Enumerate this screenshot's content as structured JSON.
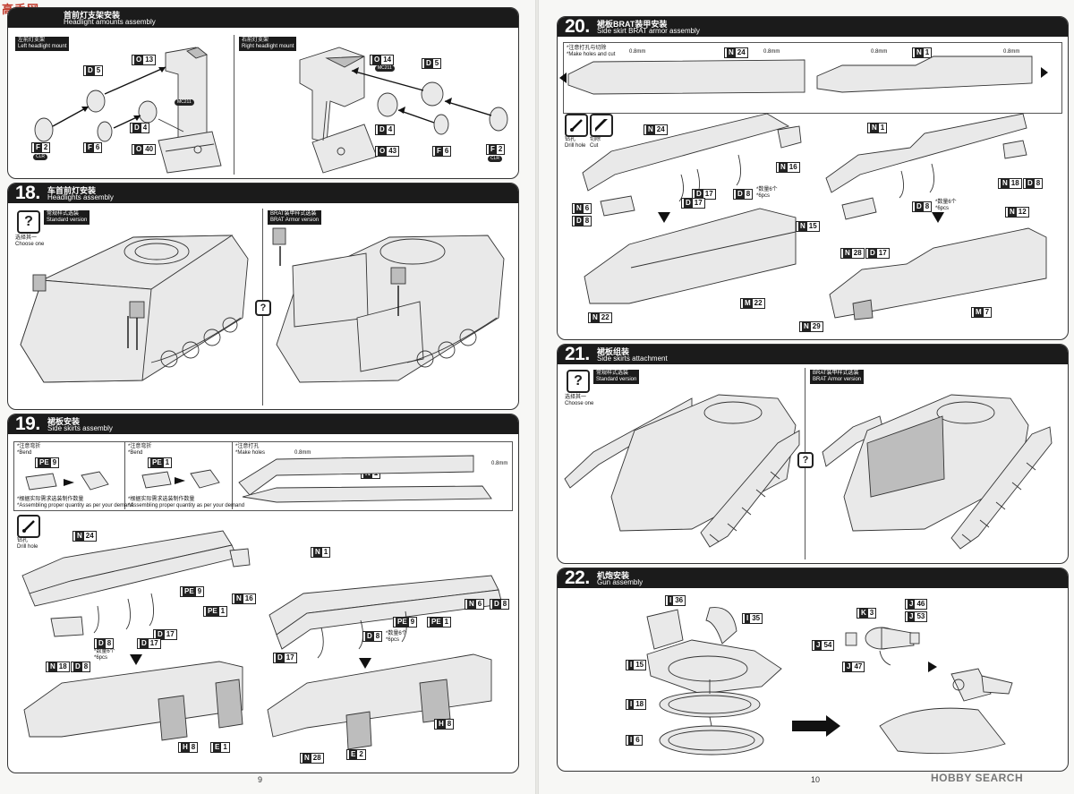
{
  "watermark": "高手网",
  "watermark2": "HOBBY SEARCH",
  "page_numbers": {
    "left": "9",
    "right": "10"
  },
  "steps": {
    "s17": {
      "cn": "首前灯支架安装",
      "en": "Headlight amounts assembly",
      "left_mount_cn": "左前灯支架",
      "left_mount_en": "Left headlight mount",
      "right_mount_cn": "右前灯支架",
      "right_mount_en": "Right headlight mount",
      "parts": {
        "o13": "13",
        "d5a": "5",
        "d4a": "4",
        "f6a": "6",
        "f2a": "2",
        "o40": "40",
        "o14": "14",
        "d5b": "5",
        "d4b": "4",
        "o43": "43",
        "f6b": "6",
        "f2b": "2"
      },
      "letters": {
        "O": "O",
        "D": "D",
        "F": "F"
      },
      "pill_clr": "CLR",
      "mc_code": "MC211"
    },
    "s18": {
      "num": "18.",
      "cn": "车首前灯安装",
      "en": "Headlights assembly",
      "standard_cn": "常规样式选装",
      "standard_en": "Standard version",
      "brat_cn": "BRAT装甲样式选装",
      "brat_en": "BRAT Armor version",
      "choose_cn": "选择其一",
      "choose_en": "Choose one"
    },
    "s19": {
      "num": "19.",
      "cn": "裙板安装",
      "en": "Side skirts assembly",
      "note_bend_cn": "*注意弯折",
      "note_bend_en": "*Bend",
      "note_holes_cn": "*注意打孔",
      "note_holes_en": "*Make holes",
      "mm": "0.8mm",
      "qty_cn": "*根据实际需求选装制作数量",
      "qty_en": "*Assembling proper quantity as per your demand",
      "drill_cn": "钻孔",
      "drill_en": "Drill hole",
      "qty6_cn": "*数量6个",
      "qty6_en": "*6pcs",
      "parts": {
        "pe9": "9",
        "pe1": "1",
        "n1": "1",
        "n24": "24",
        "n16": "16",
        "n18": "18",
        "d8": "8",
        "d17": "17",
        "h8": "8",
        "e1": "1",
        "e2": "2",
        "n6": "6",
        "n28": "28"
      },
      "letters": {
        "PE": "PE",
        "N": "N",
        "D": "D",
        "H": "H",
        "E": "E"
      }
    },
    "s20": {
      "num": "20.",
      "cn": "裙板BRAT装甲安装",
      "en": "Side skirt BRAT armor assembly",
      "note_cn": "*注意打孔与切除",
      "note_en": "*Make holes and cut",
      "mm": "0.8mm",
      "drill_cn": "钻孔",
      "drill_en": "Drill hole",
      "cut_cn": "切除",
      "cut_en": "Cut",
      "qty6_cn": "*数量6个",
      "qty6_en": "*6pcs",
      "parts": {
        "n24": "24",
        "n1": "1",
        "n16": "16",
        "n18": "18",
        "d8": "8",
        "d17": "17",
        "n6": "6",
        "n15": "15",
        "n12": "12",
        "m22": "22",
        "m7": "7",
        "n22": "22",
        "n28": "28",
        "n29": "29"
      },
      "letters": {
        "N": "N",
        "D": "D",
        "M": "M"
      }
    },
    "s21": {
      "num": "21.",
      "cn": "裙板组装",
      "en": "Side skirts attachment",
      "standard_cn": "常规样式选装",
      "standard_en": "Standard version",
      "brat_cn": "BRAT装甲样式选装",
      "brat_en": "BRAT Armor version",
      "choose_cn": "选择其一",
      "choose_en": "Choose one"
    },
    "s22": {
      "num": "22.",
      "cn": "机炮安装",
      "en": "Gun assembly",
      "parts": {
        "i36": "36",
        "i35": "35",
        "i15": "15",
        "i18": "18",
        "i6": "6",
        "k3": "3",
        "j46": "46",
        "j53": "53",
        "j54": "54",
        "j47": "47"
      },
      "letters": {
        "I": "I",
        "K": "K",
        "J": "J"
      }
    }
  }
}
